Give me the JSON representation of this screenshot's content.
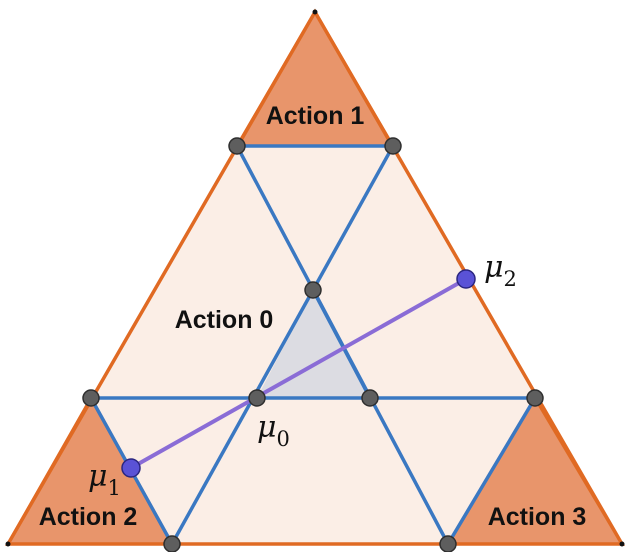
{
  "regions": {
    "action0": "Action 0",
    "action1": "Action 1",
    "action2": "Action 2",
    "action3": "Action 3"
  },
  "points": {
    "mu0": {
      "base": "μ",
      "sub": "0"
    },
    "mu1": {
      "base": "μ",
      "sub": "1"
    },
    "mu2": {
      "base": "μ",
      "sub": "2"
    }
  },
  "colors": {
    "outer_edge": "#e06a23",
    "corner_fill": "#e8956b",
    "interior_fill": "#fbeee6",
    "blue_line": "#3a78c2",
    "center_fill": "#dcdce2",
    "purple_line": "#8a6cd6",
    "vertex_fill": "#5e5e5e",
    "belief_point_fill": "#5a52d6"
  }
}
